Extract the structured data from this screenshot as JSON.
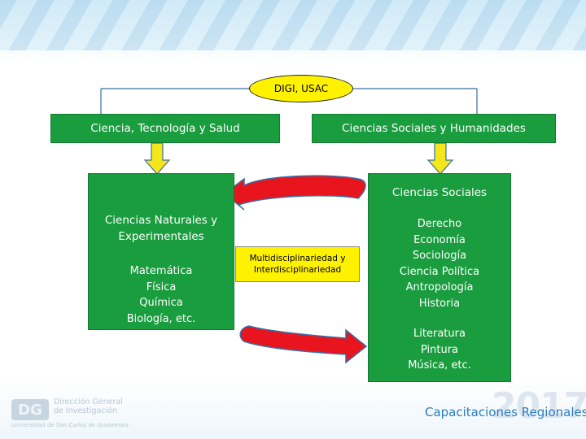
{
  "root": {
    "label": "DIGI, USAC"
  },
  "branches": {
    "left": {
      "label": "Ciencia, Tecnología y Salud"
    },
    "right": {
      "label": "Ciencias Sociales y Humanidades"
    }
  },
  "left_panel": {
    "heading": "Ciencias Naturales y\nExperimentales",
    "items": "Matemática\nFísica\nQuímica\nBiología, etc."
  },
  "right_panel": {
    "heading": "Ciencias Sociales",
    "items_social": "Derecho\nEconomía\nSociología\nCiencia Política\nAntropología\nHistoria",
    "items_humanities": "Literatura\nPintura\nMúsica, etc."
  },
  "center": {
    "label": "Multidisciplinariedad y\nInterdisciplinariedad"
  },
  "footer": {
    "logo_text": "Dirección General\nde Investigación",
    "logo_sub": "Universidad de San Carlos de Guatemala",
    "caption": "Capacitaciones Regionales",
    "year": "2017"
  },
  "colors": {
    "box_green": "#1a9d3e",
    "highlight_yellow": "#fff200",
    "arrow_red": "#e8141e",
    "connector_blue": "#3a6ea5"
  }
}
